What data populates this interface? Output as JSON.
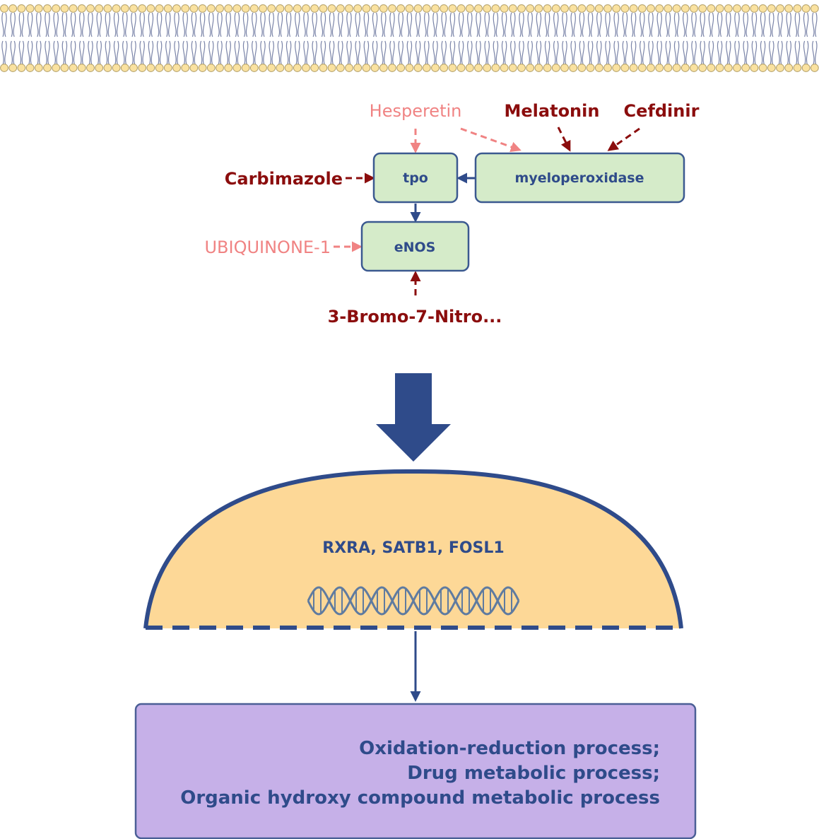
{
  "colors": {
    "membrane_head": "#fae2a0",
    "membrane_head_stroke": "#b3a06a",
    "membrane_tail": "#7a84a8",
    "node_fill": "#d5ebc9",
    "node_stroke": "#3b5990",
    "node_text": "#2f4b8a",
    "arrow_main": "#2f4b8a",
    "drug_strong": "#8b0d0d",
    "drug_weak": "#f08383",
    "nucleus_fill": "#fdd897",
    "nucleus_stroke": "#2f4b8a",
    "dna": "#5f7ba0",
    "process_fill": "#c6b0e8",
    "process_stroke": "#4b5f96"
  },
  "nodes": {
    "tpo": "tpo",
    "myeloperoxidase": "myeloperoxidase",
    "enos": "eNOS"
  },
  "drugs": {
    "hesperetin": "Hesperetin",
    "melatonin": "Melatonin",
    "cefdinir": "Cefdinir",
    "carbimazole": "Carbimazole",
    "ubiquinone": "UBIQUINONE-1",
    "bromo": "3-Bromo-7-Nitro..."
  },
  "nucleus": {
    "genes": "RXRA, SATB1, FOSL1"
  },
  "process": {
    "lines": [
      "Oxidation-reduction process;",
      "Drug metabolic process;",
      "Organic hydroxy compound metabolic process"
    ]
  }
}
